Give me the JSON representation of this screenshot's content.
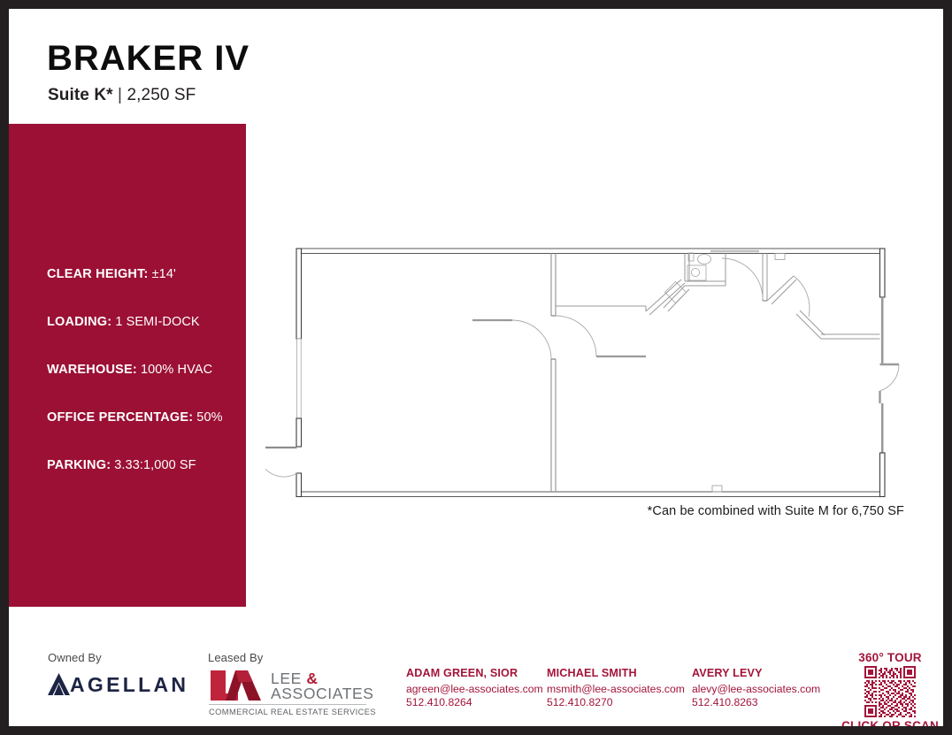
{
  "colors": {
    "crimson": "#9b1034",
    "contact_red": "#a3143a",
    "agellan_navy": "#1d2444",
    "lee_red": "#b11b33",
    "lee_gray": "#6f7277",
    "page_border": "#231f20"
  },
  "header": {
    "title": "BRAKER IV",
    "suite": "Suite K*",
    "separator": "|",
    "area": "2,250 SF"
  },
  "specs": [
    {
      "label": "CLEAR HEIGHT:",
      "value": "±14'"
    },
    {
      "label": "LOADING:",
      "value": "1 SEMI-DOCK"
    },
    {
      "label": "WAREHOUSE:",
      "value": "100% HVAC"
    },
    {
      "label": "OFFICE PERCENTAGE:",
      "value": "50%"
    },
    {
      "label": "PARKING:",
      "value": "3.33:1,000 SF"
    }
  ],
  "plan": {
    "note": "*Can be combined with Suite M for 6,750 SF"
  },
  "footer": {
    "owned_caption": "Owned By",
    "leased_caption": "Leased By",
    "agellan_name": "AGELLAN",
    "lee_line1": "LEE",
    "lee_amp": "&",
    "lee_line2": "ASSOCIATES",
    "lee_tagline": "COMMERCIAL REAL ESTATE SERVICES",
    "contacts": [
      {
        "name": "ADAM GREEN, SIOR",
        "email": "agreen@lee-associates.com",
        "phone": "512.410.8264"
      },
      {
        "name": "MICHAEL SMITH",
        "email": "msmith@lee-associates.com",
        "phone": "512.410.8270"
      },
      {
        "name": "AVERY LEVY",
        "email": "alevy@lee-associates.com",
        "phone": "512.410.8263"
      }
    ],
    "qr": {
      "title": "360° TOUR",
      "caption": "CLICK OR SCAN"
    }
  }
}
